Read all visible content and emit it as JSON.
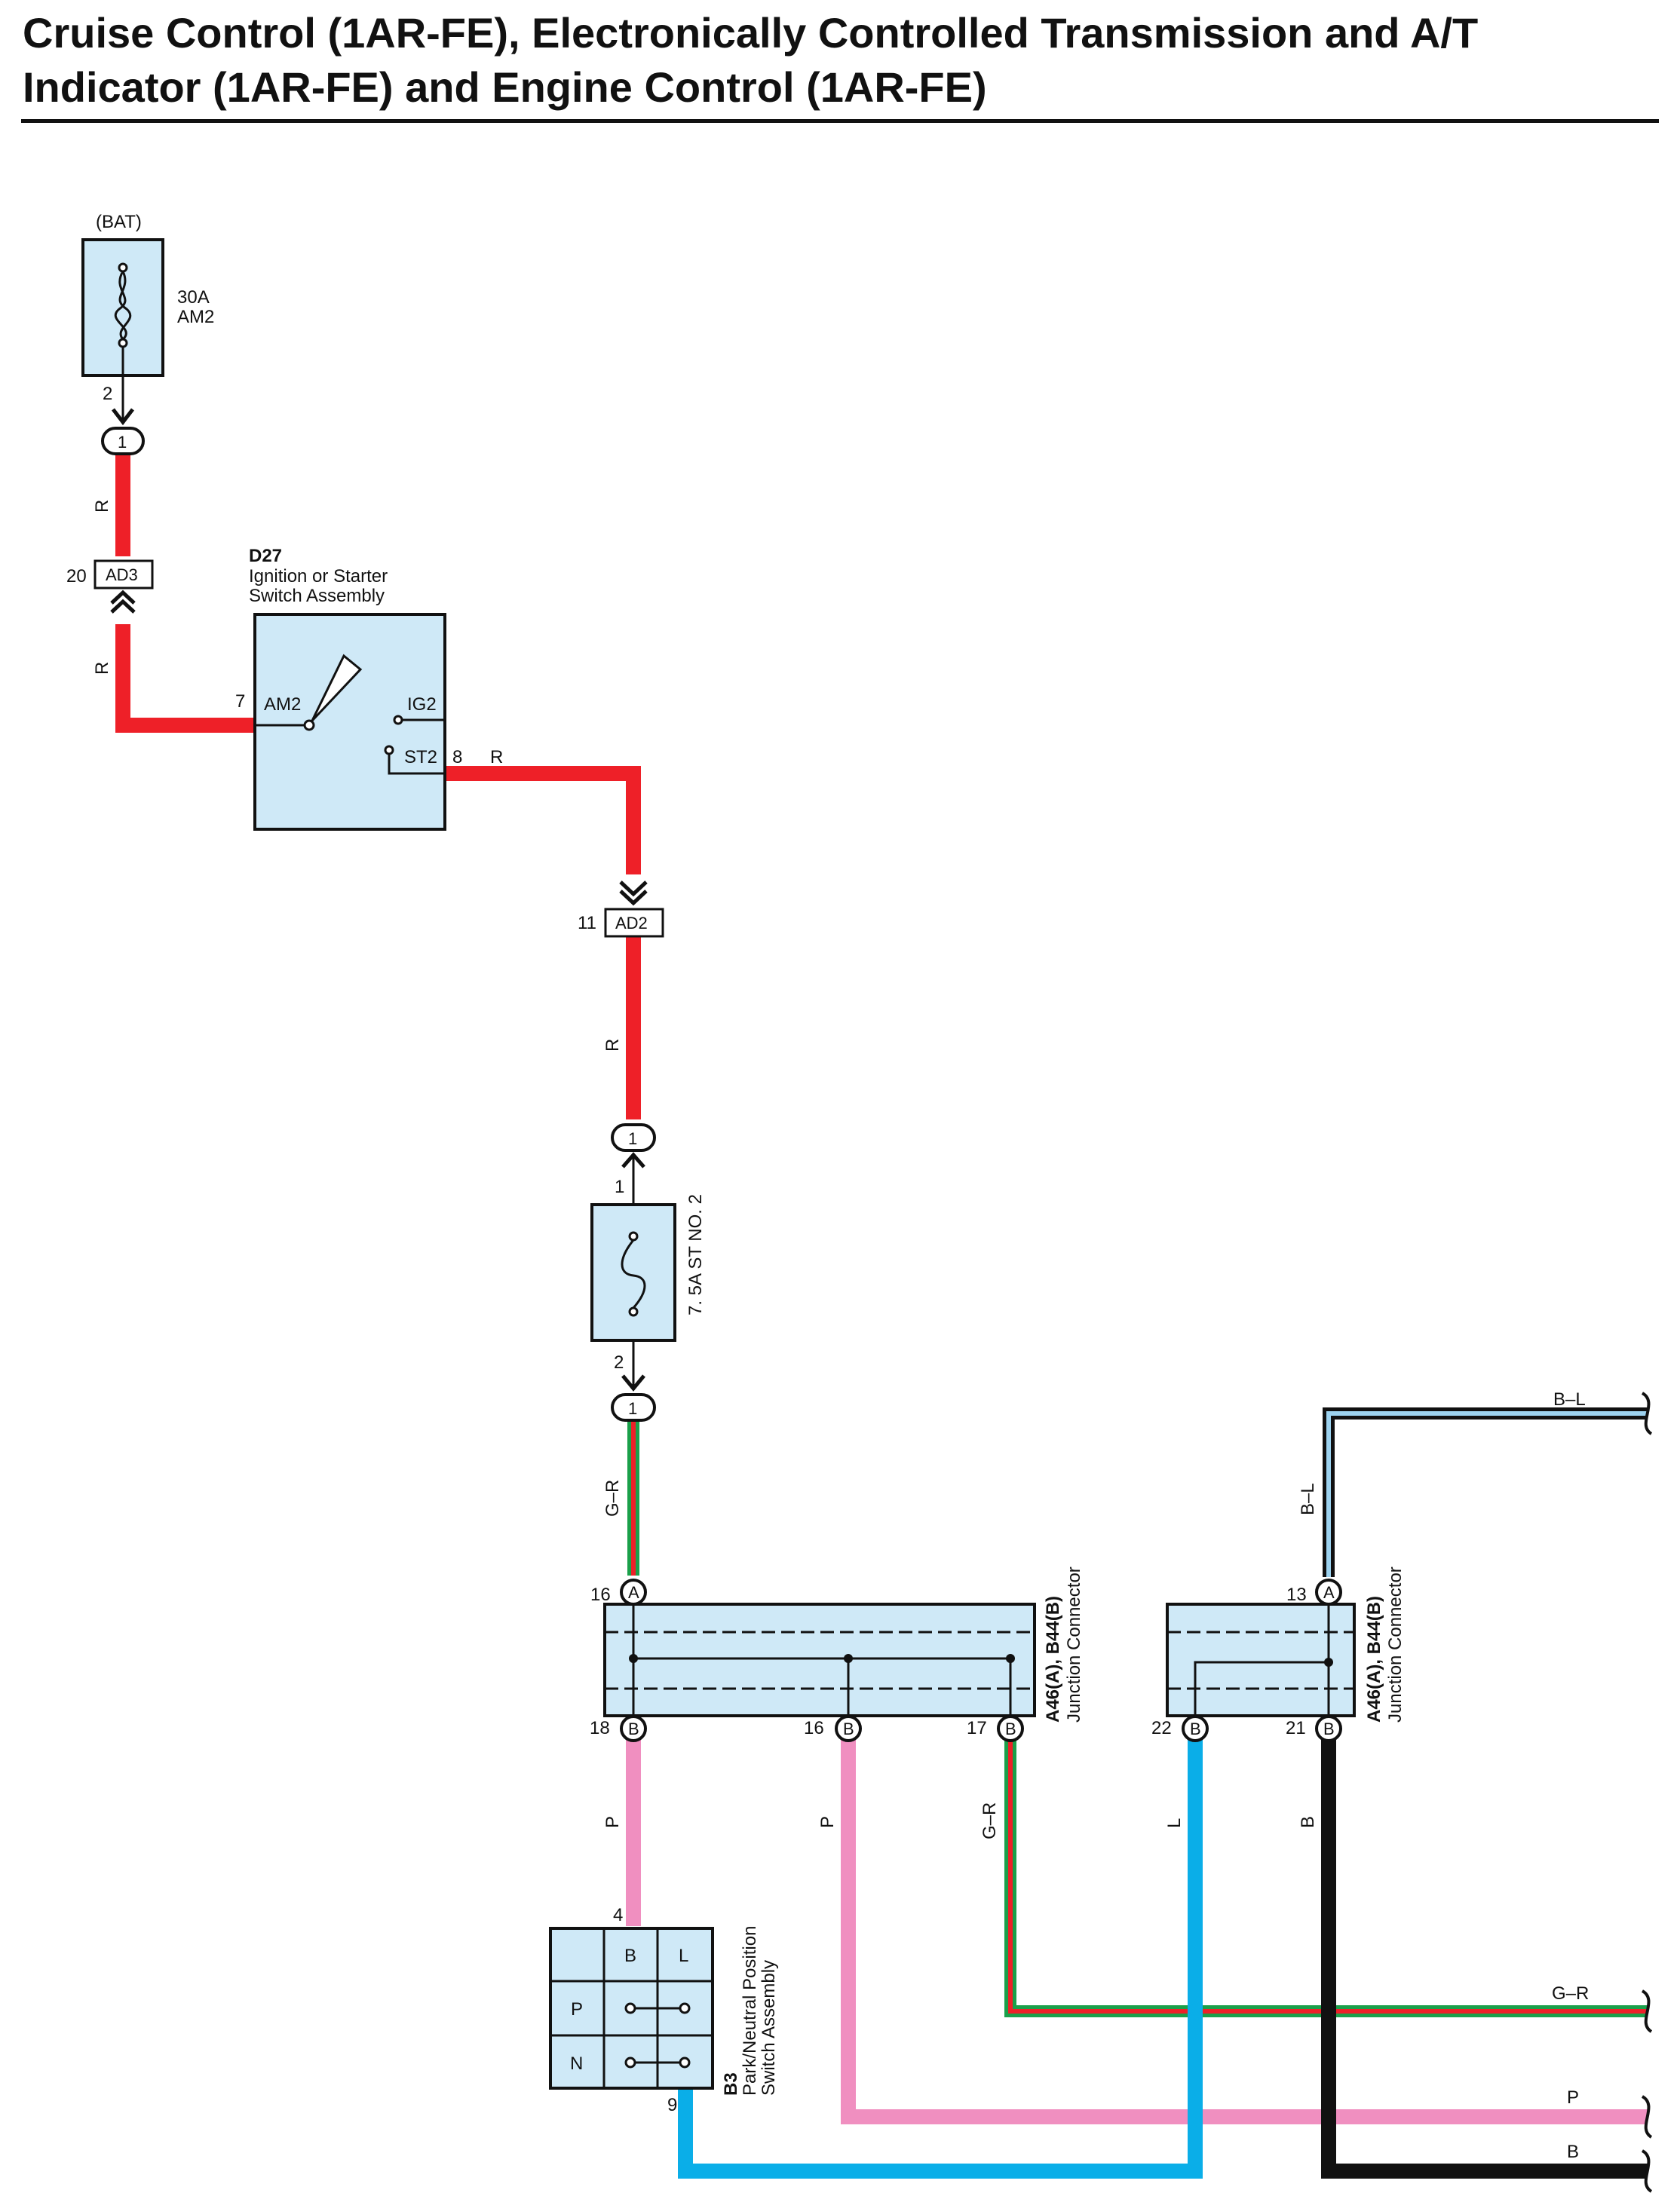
{
  "title": {
    "line1": "Cruise Control (1AR-FE), Electronically Controlled Transmission and A/T",
    "line2": "Indicator (1AR-FE) and Engine Control (1AR-FE)"
  },
  "colors": {
    "R": "#ee2028",
    "P": "#f08fc0",
    "L": "#0aaee8",
    "B": "#111111",
    "G": "#1aa04a",
    "blue_light": "#9dd3f0",
    "component_fill": "#cfe9f7"
  },
  "fuse_am2": {
    "source": "(BAT)",
    "rating": "30A",
    "name": "AM2",
    "pin_out": "2",
    "jb_pin": "1"
  },
  "wire_r1": "R",
  "conn_ad3": {
    "name": "AD3",
    "pin": "20"
  },
  "wire_r2": "R",
  "ignition": {
    "code": "D27",
    "name_line1": "Ignition or Starter",
    "name_line2": "Switch Assembly",
    "pin_am2": "7",
    "am2": "AM2",
    "ig2": "IG2",
    "st2": "ST2",
    "pin_st2": "8",
    "wire_out": "R"
  },
  "conn_ad2": {
    "name": "AD2",
    "pin": "11"
  },
  "wire_r3": "R",
  "fuse_st": {
    "jb_top": "1",
    "pin_in": "1",
    "rating": "7. 5A ST NO. 2",
    "pin_out": "2",
    "jb_bottom": "1"
  },
  "wire_gr1": "G–R",
  "jc1": {
    "label1": "A46(A), B44(B)",
    "label2": "Junction Connector",
    "pin_top": "16",
    "top_letter": "A",
    "pins_bottom": [
      "18",
      "16",
      "17"
    ],
    "bottom_letters": [
      "B",
      "B",
      "B"
    ]
  },
  "jc2": {
    "label1": "A46(A), B44(B)",
    "label2": "Junction Connector",
    "pin_top": "13",
    "top_letter": "A",
    "pins_bottom": [
      "22",
      "21"
    ],
    "bottom_letters": [
      "B",
      "B"
    ]
  },
  "wire_bl": "B–L",
  "wire_bl_right": "B–L",
  "wire_p1": "P",
  "wire_p2": "P",
  "wire_gr2": "G–R",
  "wire_l": "L",
  "wire_b": "B",
  "pn_switch": {
    "code": "B3",
    "name_line1": "Park/Neutral Position",
    "name_line2": "Switch Assembly",
    "pin_top": "4",
    "pin_bottom": "9",
    "col_b": "B",
    "col_l": "L",
    "row_p": "P",
    "row_n": "N"
  },
  "right_labels": {
    "gr": "G–R",
    "p": "P",
    "b": "B"
  }
}
